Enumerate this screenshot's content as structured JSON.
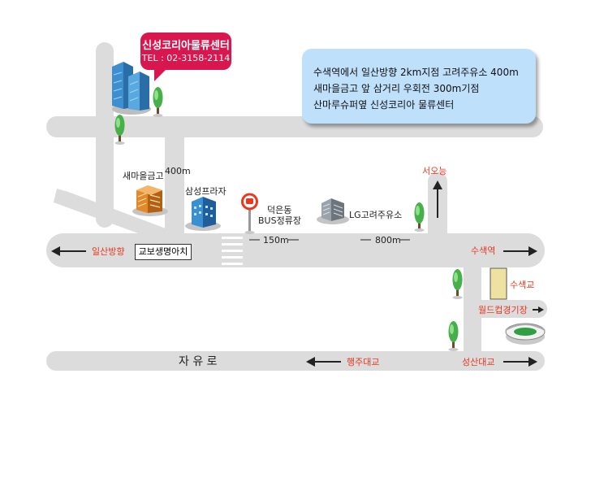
{
  "company": {
    "name": "신성코리아물류센터",
    "tel": "TEL : 02-3158-2114"
  },
  "directions": [
    "수색역에서 일산방향 2km지점 고려주유소 400m",
    "새마을금고 앞 삼거리 우회전 300m기점",
    "산마루슈퍼옆 신성코리아 물류센터"
  ],
  "landmarks": {
    "saemaul": "새마을금고",
    "samsung_plaza": "삼성프라자",
    "bus_stop_line1": "덕은동",
    "bus_stop_line2": "BUS정류장",
    "lg_station": "LG고려주유소",
    "kyobo": "교보생명아치",
    "world_cup": "월드컵경기장",
    "susaekgyo": "수색교"
  },
  "distances": {
    "d400": "400m",
    "d150": "150m",
    "d800": "800m"
  },
  "directions_labels": {
    "ilsan": "일산방향",
    "seoreung": "서오능",
    "susaek_station": "수색역",
    "haengju": "행주대교",
    "seongsan": "성산대교",
    "jayuro": "자 유 로"
  },
  "colors": {
    "road": "#dcdcdc",
    "accent_red": "#e8381f",
    "bubble": "#d9164d",
    "callout": "#bfe0fb"
  }
}
